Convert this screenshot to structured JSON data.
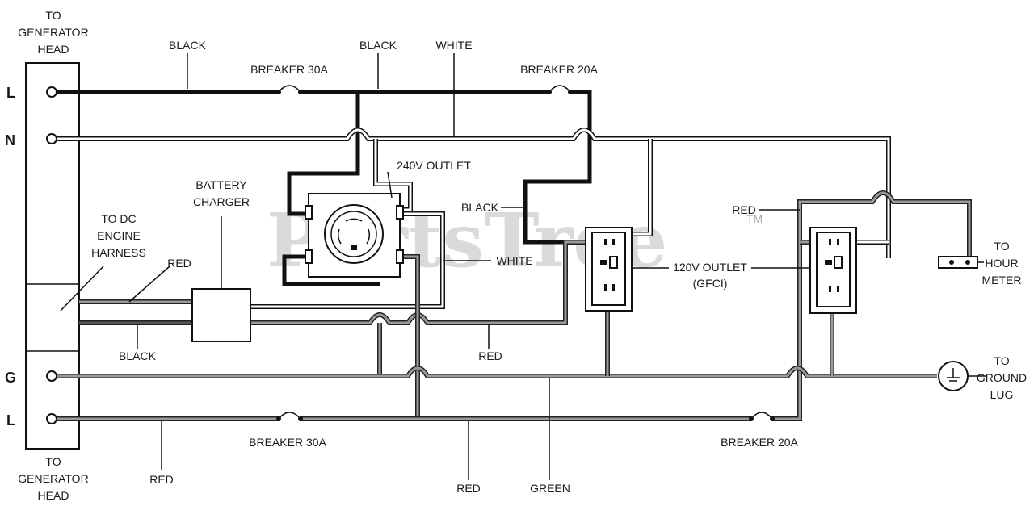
{
  "terminal_block": {
    "top_label_lines": [
      "TO",
      "GENERATOR",
      "HEAD"
    ],
    "bottom_label_lines": [
      "TO",
      "GENERATOR",
      "HEAD"
    ],
    "terminals": [
      "L",
      "N",
      "G",
      "L"
    ]
  },
  "wire_labels": {
    "black_top_left": "BLACK",
    "black_top_mid": "BLACK",
    "white_top": "WHITE",
    "black_mid": "BLACK",
    "white_mid": "WHITE",
    "red_harness": "RED",
    "black_harness": "BLACK",
    "red_lower": "RED",
    "red_right": "RED",
    "red_bottom_left": "RED",
    "red_bottom_mid": "RED",
    "green_bottom": "GREEN"
  },
  "breakers": {
    "top_30a": "BREAKER 30A",
    "top_20a": "BREAKER 20A",
    "bottom_30a": "BREAKER 30A",
    "bottom_20a": "BREAKER 20A"
  },
  "components": {
    "outlet_240v": "240V OUTLET",
    "battery_charger_lines": [
      "BATTERY",
      "CHARGER"
    ],
    "dc_harness_lines": [
      "TO DC",
      "ENGINE",
      "HARNESS"
    ],
    "outlet_120v_lines": [
      "120V OUTLET",
      "(GFCI)"
    ],
    "hour_meter_lines": [
      "TO",
      "HOUR",
      "METER"
    ],
    "ground_lug_lines": [
      "TO",
      "GROUND",
      "LUG"
    ]
  },
  "watermark": {
    "text": "PartsTree",
    "mark": "TM"
  }
}
